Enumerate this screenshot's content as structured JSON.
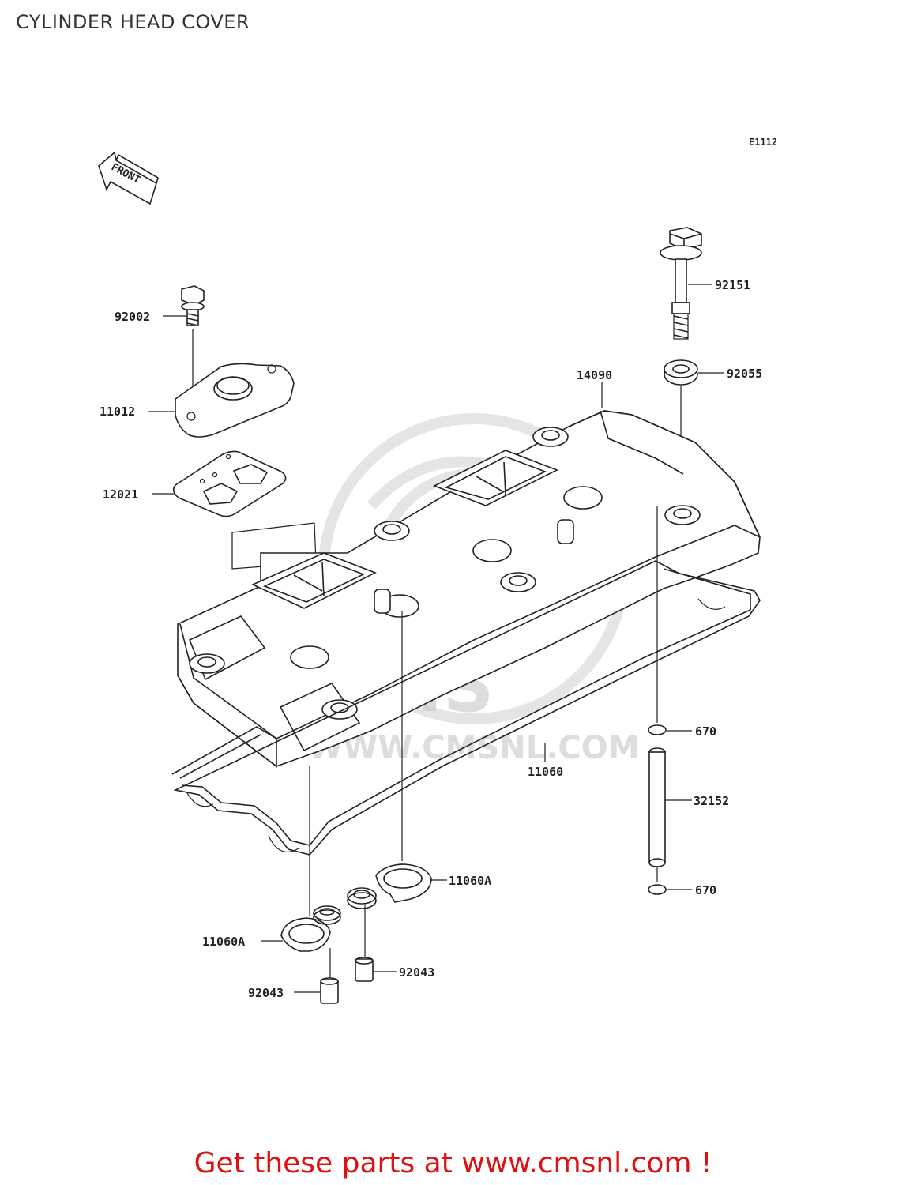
{
  "header": {
    "title": "CYLINDER HEAD COVER"
  },
  "diagram": {
    "code": "E1112",
    "front_arrow": "FRONT",
    "parts": [
      {
        "id": "p92151",
        "number": "92151"
      },
      {
        "id": "p92002",
        "number": "92002"
      },
      {
        "id": "p92055",
        "number": "92055"
      },
      {
        "id": "p14090",
        "number": "14090"
      },
      {
        "id": "p11012",
        "number": "11012"
      },
      {
        "id": "p12021",
        "number": "12021"
      },
      {
        "id": "p670a",
        "number": "670"
      },
      {
        "id": "p11060",
        "number": "11060"
      },
      {
        "id": "p32152",
        "number": "32152"
      },
      {
        "id": "p11060Ar",
        "number": "11060A"
      },
      {
        "id": "p670b",
        "number": "670"
      },
      {
        "id": "p11060Al",
        "number": "11060A"
      },
      {
        "id": "p92043r",
        "number": "92043"
      },
      {
        "id": "p92043l",
        "number": "92043"
      }
    ]
  },
  "footer": {
    "promo": "Get these parts at www.cmsnl.com !",
    "promo_color": "#dd1111"
  }
}
